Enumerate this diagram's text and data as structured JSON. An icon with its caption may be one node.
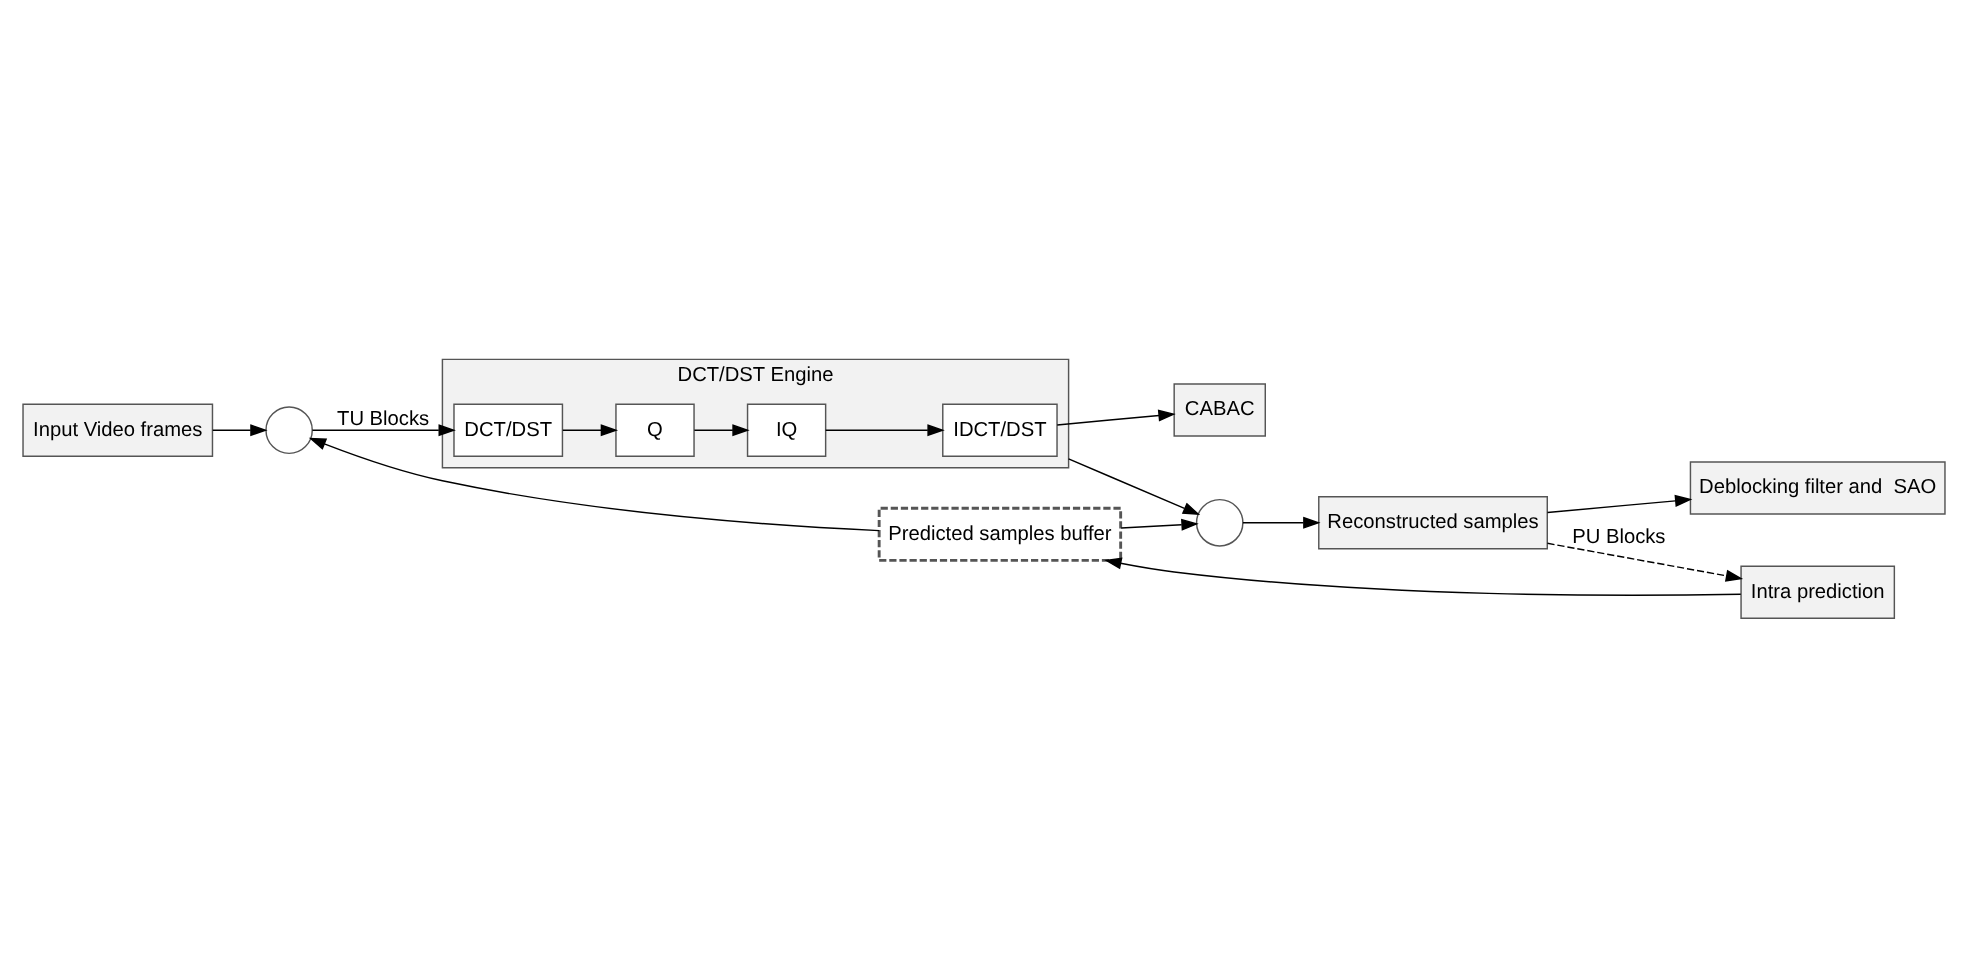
{
  "diagram": {
    "nodes": [
      {
        "text": [
          "Input Video frames"
        ]
      },
      {
        "text": [],
        "shape": "circle"
      },
      {
        "text": [
          "DCT/DST Engine"
        ]
      },
      {
        "text": [
          "DCT/DST"
        ],
        "in": 2
      },
      {
        "text": [
          "Q"
        ],
        "in": 2
      },
      {
        "text": [
          "IQ"
        ],
        "in": 2
      },
      {
        "text": [
          "IDCT/DST"
        ],
        "in": 2
      },
      {
        "text": [
          "CABAC"
        ]
      },
      {
        "text": [
          "Predicted samples buffer"
        ]
      },
      {
        "text": [],
        "shape": "circle"
      },
      {
        "text": [
          "Reconstructed samples"
        ]
      },
      {
        "text": [
          "Deblocking filter and  SAO"
        ]
      },
      {
        "text": [
          "Intra prediction"
        ]
      }
    ],
    "edges": [
      {
        "from": 0,
        "to": 1,
        "arrow": "to"
      },
      {
        "from": 1,
        "to": 3,
        "arrow": "to",
        "label": "TU Blocks"
      },
      {
        "from": 3,
        "to": 4,
        "arrow": "to"
      },
      {
        "from": 4,
        "to": 5,
        "arrow": "to"
      },
      {
        "from": 5,
        "to": 6,
        "arrow": "to"
      },
      {
        "from": 6,
        "to": 7,
        "arrow": "to"
      },
      {
        "from": 8,
        "to": 1,
        "arrow": "to"
      },
      {
        "from": 2,
        "to": 9,
        "arrow": "to"
      },
      {
        "from": 8,
        "to": 9,
        "arrow": "to"
      },
      {
        "from": 9,
        "to": 10,
        "arrow": "to"
      },
      {
        "from": 10,
        "to": 11,
        "arrow": "to"
      },
      {
        "from": 10,
        "to": 12,
        "arrow": "to",
        "style": "dashed",
        "label": "PU Blocks"
      },
      {
        "from": 12,
        "to": 8,
        "arrow": "to"
      }
    ]
  }
}
